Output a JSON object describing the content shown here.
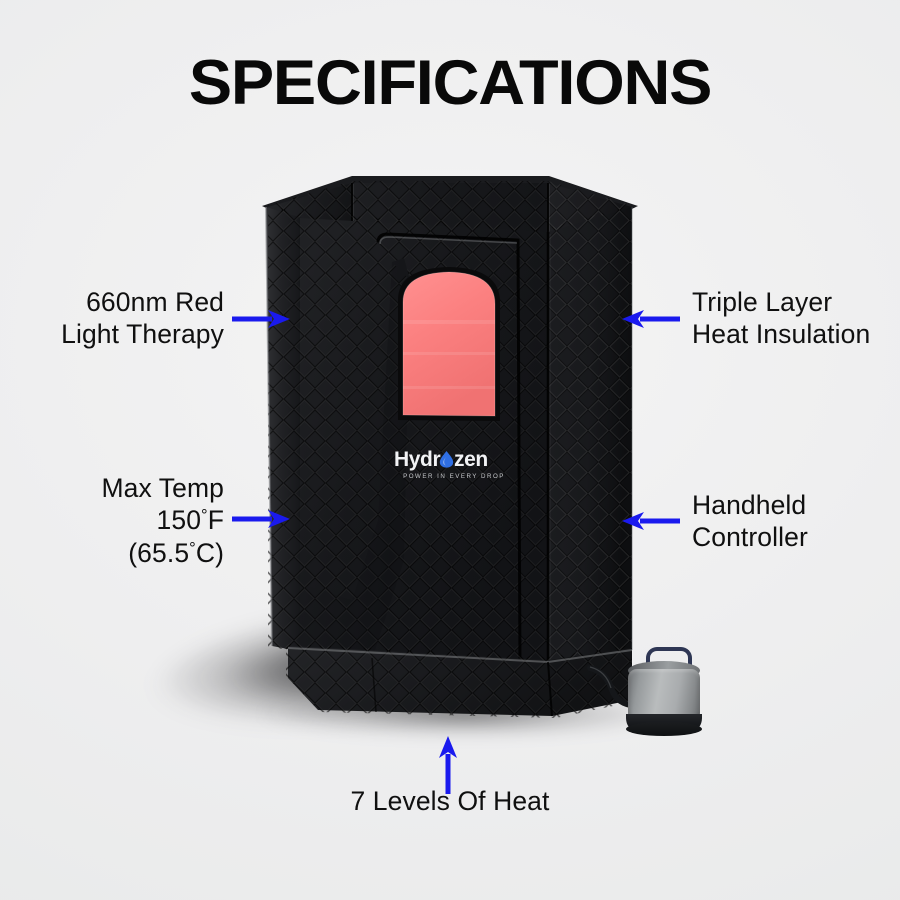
{
  "page": {
    "title": "SPECIFICATIONS",
    "background_color": "#eff0f0",
    "accent_color": "#1a1aee",
    "text_color": "#101010"
  },
  "product": {
    "name": "Hydrozen",
    "logo_text": "Hydrozen",
    "logo_tagline": "POWER IN EVERY DROP",
    "logo_drop_color": "#2f6fe4",
    "type": "portable infrared steam sauna tent",
    "body_color": "#151517",
    "red_panel_color": "#ef2020",
    "window_color": "#fa8282"
  },
  "callouts": [
    {
      "id": "red-light-therapy",
      "lines": [
        "660nm Red",
        "Light Therapy"
      ],
      "side": "left",
      "arrow": "arrow-right-icon"
    },
    {
      "id": "max-temp",
      "lines": [
        "Max Temp",
        "150°F",
        "(65.5°C)"
      ],
      "value_f": "150",
      "value_c": "65.5",
      "side": "left",
      "arrow": "arrow-right-icon"
    },
    {
      "id": "heat-insulation",
      "lines": [
        "Triple Layer",
        "Heat Insulation"
      ],
      "side": "right",
      "arrow": "arrow-left-icon"
    },
    {
      "id": "handheld-controller",
      "lines": [
        "Handheld",
        "Controller"
      ],
      "side": "right",
      "arrow": "arrow-left-icon"
    },
    {
      "id": "heat-levels",
      "lines": [
        "7 Levels Of Heat"
      ],
      "value": "7",
      "side": "bottom",
      "arrow": "arrow-up-icon"
    }
  ],
  "labels": {
    "red_light_l1": "660nm Red",
    "red_light_l2": "Light Therapy",
    "max_temp_l1": "Max Temp",
    "max_temp_l2_num": "150",
    "max_temp_l2_unit": "F",
    "max_temp_l3_open": "(65.5",
    "max_temp_l3_unit": "C)",
    "insulation_l1": "Triple Layer",
    "insulation_l2": "Heat Insulation",
    "controller_l1": "Handheld",
    "controller_l2": "Controller",
    "heat_levels": "7 Levels Of Heat",
    "degree": "°"
  }
}
